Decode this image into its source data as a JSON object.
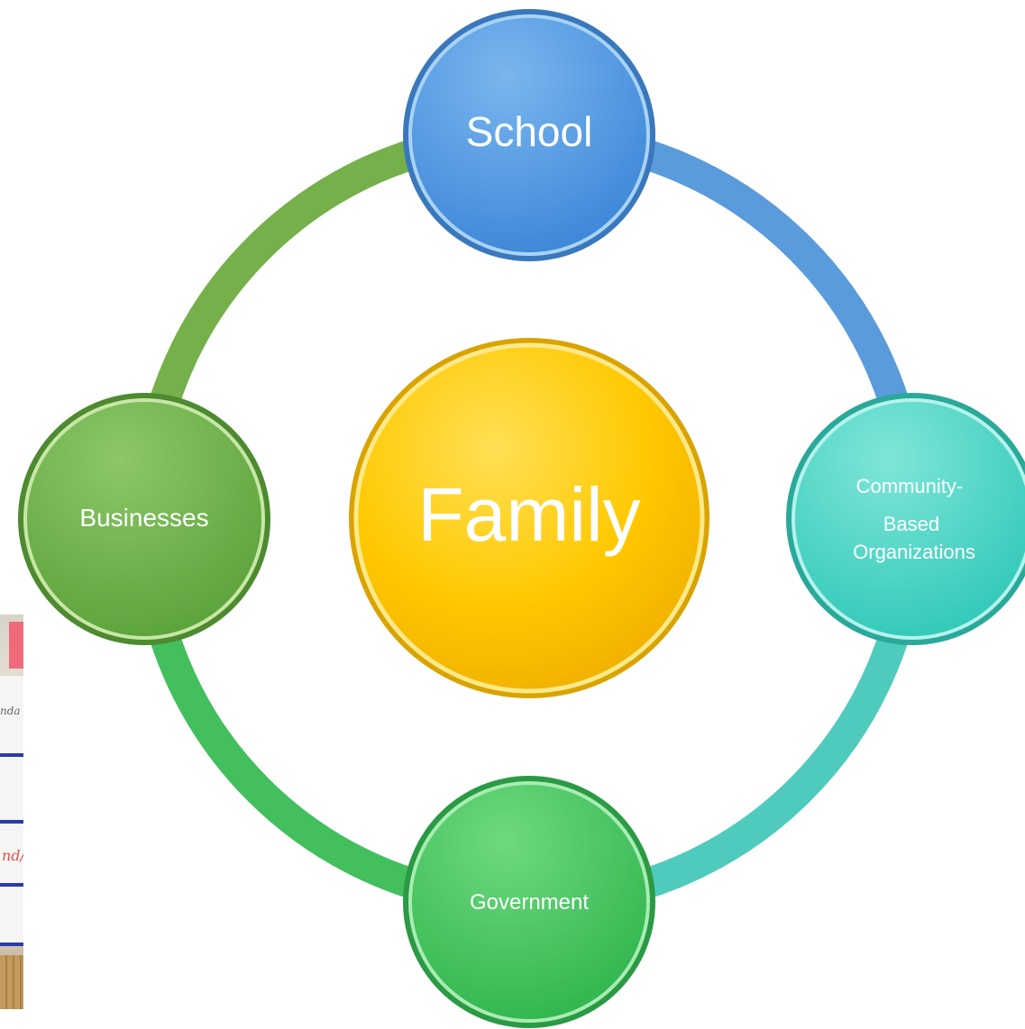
{
  "center": {
    "label": "Family"
  },
  "nodes": [
    {
      "id": "school",
      "label_lines": [
        "School"
      ]
    },
    {
      "id": "community",
      "label_lines": [
        "Community-",
        "Based",
        "Organizations"
      ]
    },
    {
      "id": "government",
      "label_lines": [
        "Government"
      ]
    },
    {
      "id": "businesses",
      "label_lines": [
        "Businesses"
      ]
    }
  ],
  "colors": {
    "center": "#ffc800",
    "school": "#4f95e0",
    "community": "#45d6c5",
    "government": "#3fc35a",
    "businesses": "#6db24a",
    "ring_top_left": "#75b04a",
    "ring_top_right": "#5a9bdc",
    "ring_bottom_right": "#4fcbbd",
    "ring_bottom_left": "#43bf5e"
  }
}
